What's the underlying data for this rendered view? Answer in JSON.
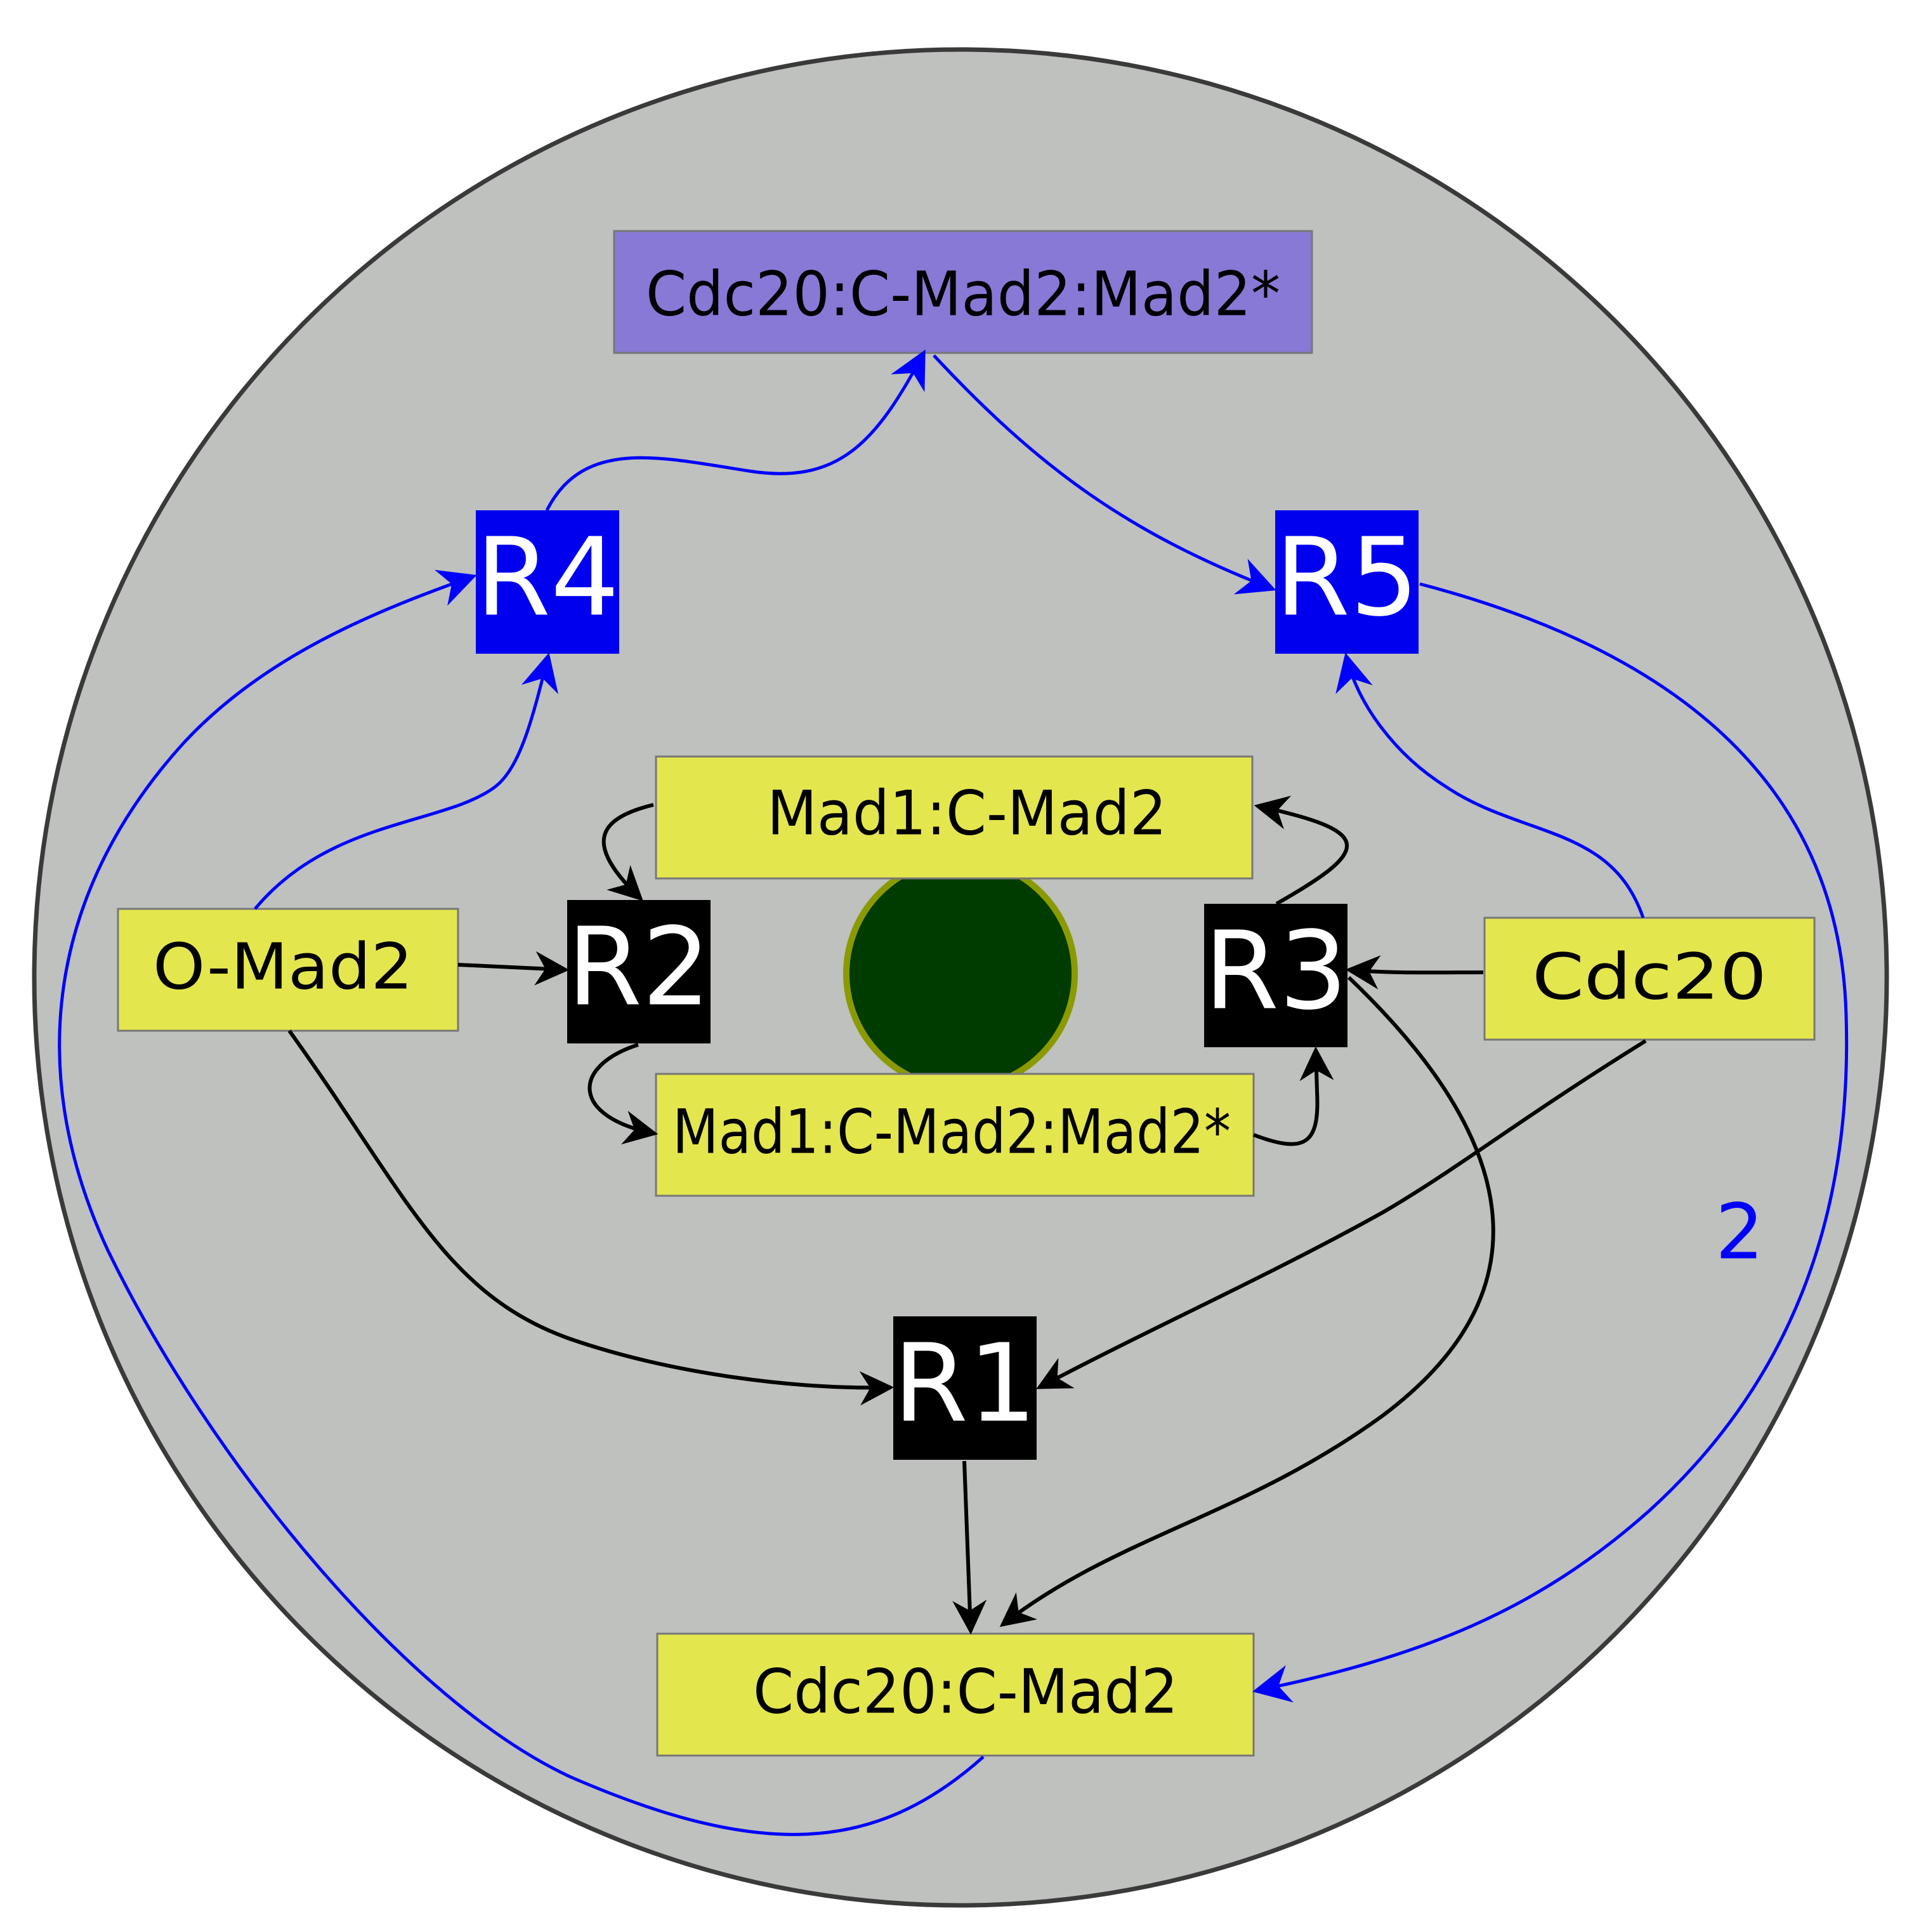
{
  "colors": {
    "background": "#ffffff",
    "cell": "#bec1bd",
    "cell_border": "#3a3a3a",
    "species_fill": "#e4e64e",
    "complex_fill": "#8779d5",
    "reaction_black": "#000000",
    "reaction_blue": "#0000ee",
    "arrow_black": "#000000",
    "arrow_blue": "#0000ff",
    "kinetochore_fill": "#003b00",
    "kinetochore_ring": "#8a9a00",
    "label_blue": "#0000ff"
  },
  "species": {
    "cdc20_cmad2_mad2star": "Cdc20:C-Mad2:Mad2*",
    "mad1_cmad2": "Mad1:C-Mad2",
    "omad2": "O-Mad2",
    "cdc20": "Cdc20",
    "mad1_cmad2_mad2star": "Mad1:C-Mad2:Mad2*",
    "cdc20_cmad2": "Cdc20:C-Mad2"
  },
  "reactions": {
    "r1": "R1",
    "r2": "R2",
    "r3": "R3",
    "r4": "R4",
    "r5": "R5"
  },
  "stoichiometry_label": "2"
}
